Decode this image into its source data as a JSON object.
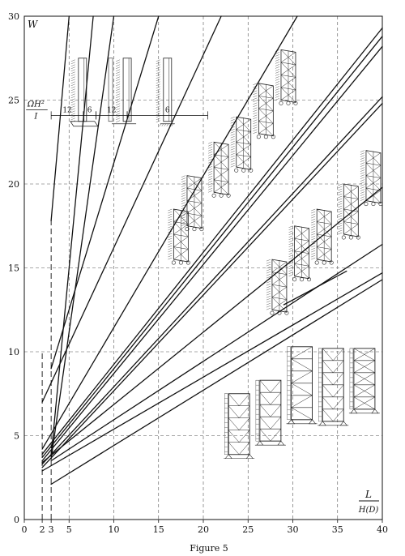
{
  "chart_data": {
    "type": "line",
    "title": "",
    "caption": "Figure 5",
    "ylabel": "W",
    "xlabel": "",
    "xlabel_parts": {
      "numerator": "L",
      "denominator": "H(D)"
    },
    "annotation": {
      "label": "ΩH² / I",
      "values": [
        {
          "text": "12",
          "x0": 3,
          "x1": 6.6
        },
        {
          "text": "6",
          "x0": 6.6,
          "x1": 8.0
        },
        {
          "text": "12",
          "x0": 8.0,
          "x1": 11.5
        },
        {
          "text": "6",
          "x0": 11.5,
          "x1": 20.5
        }
      ]
    },
    "xlim": [
      0,
      40
    ],
    "ylim": [
      0,
      30
    ],
    "x_ticks": [
      0,
      2,
      3,
      5,
      10,
      15,
      20,
      25,
      30,
      35,
      40
    ],
    "y_ticks": [
      0,
      5,
      10,
      15,
      20,
      25,
      30
    ],
    "grid": true,
    "legend": "none",
    "series": [
      {
        "points": [
          [
            3,
            17.8
          ],
          [
            5,
            30
          ]
        ]
      },
      {
        "points": [
          [
            3,
            3.8
          ],
          [
            7.7,
            30
          ]
        ]
      },
      {
        "points": [
          [
            3,
            3.6
          ],
          [
            10,
            30
          ]
        ]
      },
      {
        "points": [
          [
            3,
            9
          ],
          [
            15,
            30
          ]
        ]
      },
      {
        "points": [
          [
            2,
            7
          ],
          [
            22,
            30
          ]
        ]
      },
      {
        "points": [
          [
            2,
            4.2
          ],
          [
            30.5,
            30
          ]
        ]
      },
      {
        "points": [
          [
            2,
            3.9
          ],
          [
            40,
            29.3
          ]
        ]
      },
      {
        "points": [
          [
            2,
            3.7
          ],
          [
            40,
            28.8
          ]
        ]
      },
      {
        "points": [
          [
            2,
            3.5
          ],
          [
            40,
            28.2
          ]
        ]
      },
      {
        "points": [
          [
            2,
            3.3
          ],
          [
            40,
            25.2
          ]
        ]
      },
      {
        "points": [
          [
            2,
            3.1
          ],
          [
            40,
            24.8
          ]
        ]
      },
      {
        "points": [
          [
            2,
            3.4
          ],
          [
            40,
            19.8
          ]
        ]
      },
      {
        "points": [
          [
            3,
            3.5
          ],
          [
            40,
            16.4
          ]
        ]
      },
      {
        "points": [
          [
            2,
            2.9
          ],
          [
            40,
            14.7
          ]
        ]
      },
      {
        "points": [
          [
            3,
            2.1
          ],
          [
            40,
            14.3
          ]
        ]
      },
      {
        "points": [
          [
            29,
            12.8
          ],
          [
            36,
            14.8
          ]
        ]
      }
    ],
    "dashed_verticals": [
      {
        "x": 2,
        "y0": 0,
        "y1": 10
      },
      {
        "x": 3,
        "y0": 0,
        "y1": 18
      }
    ],
    "insets": [
      {
        "type": "frame",
        "x": 24,
        "y": 7.5,
        "panels": 5,
        "brace": "k",
        "support": "pinned"
      },
      {
        "type": "frame",
        "x": 27.5,
        "y": 8.3,
        "panels": 5,
        "brace": "v",
        "support": "pinned"
      },
      {
        "type": "frame",
        "x": 31,
        "y": 10.3,
        "panels": 6,
        "brace": "diag",
        "support": "pinned"
      },
      {
        "type": "frame",
        "x": 34.5,
        "y": 10.2,
        "panels": 6,
        "brace": "k",
        "support": "pinned"
      },
      {
        "type": "frame",
        "x": 38,
        "y": 10.2,
        "panels": 5,
        "brace": "x",
        "support": "pinned"
      },
      {
        "type": "tower",
        "x": 19,
        "y": 20.5
      },
      {
        "type": "tower",
        "x": 22,
        "y": 22.5
      },
      {
        "type": "tower",
        "x": 24.5,
        "y": 24
      },
      {
        "type": "tower",
        "x": 27,
        "y": 26
      },
      {
        "type": "tower",
        "x": 29.5,
        "y": 28
      },
      {
        "type": "tower",
        "x": 17.5,
        "y": 18.5
      },
      {
        "type": "tower",
        "x": 36.5,
        "y": 20
      },
      {
        "type": "tower",
        "x": 39,
        "y": 22
      },
      {
        "type": "tower",
        "x": 33.5,
        "y": 18.5
      },
      {
        "type": "tower",
        "x": 31,
        "y": 17.5
      },
      {
        "type": "tower",
        "x": 28.5,
        "y": 15.5
      },
      {
        "type": "wall",
        "x": 6.5,
        "y": 27.5,
        "support": "fixed-base"
      },
      {
        "type": "wall",
        "x": 11.5,
        "y": 27.5,
        "support": "fixed"
      },
      {
        "type": "wall",
        "x": 16,
        "y": 27.5,
        "support": "pinned"
      }
    ]
  }
}
